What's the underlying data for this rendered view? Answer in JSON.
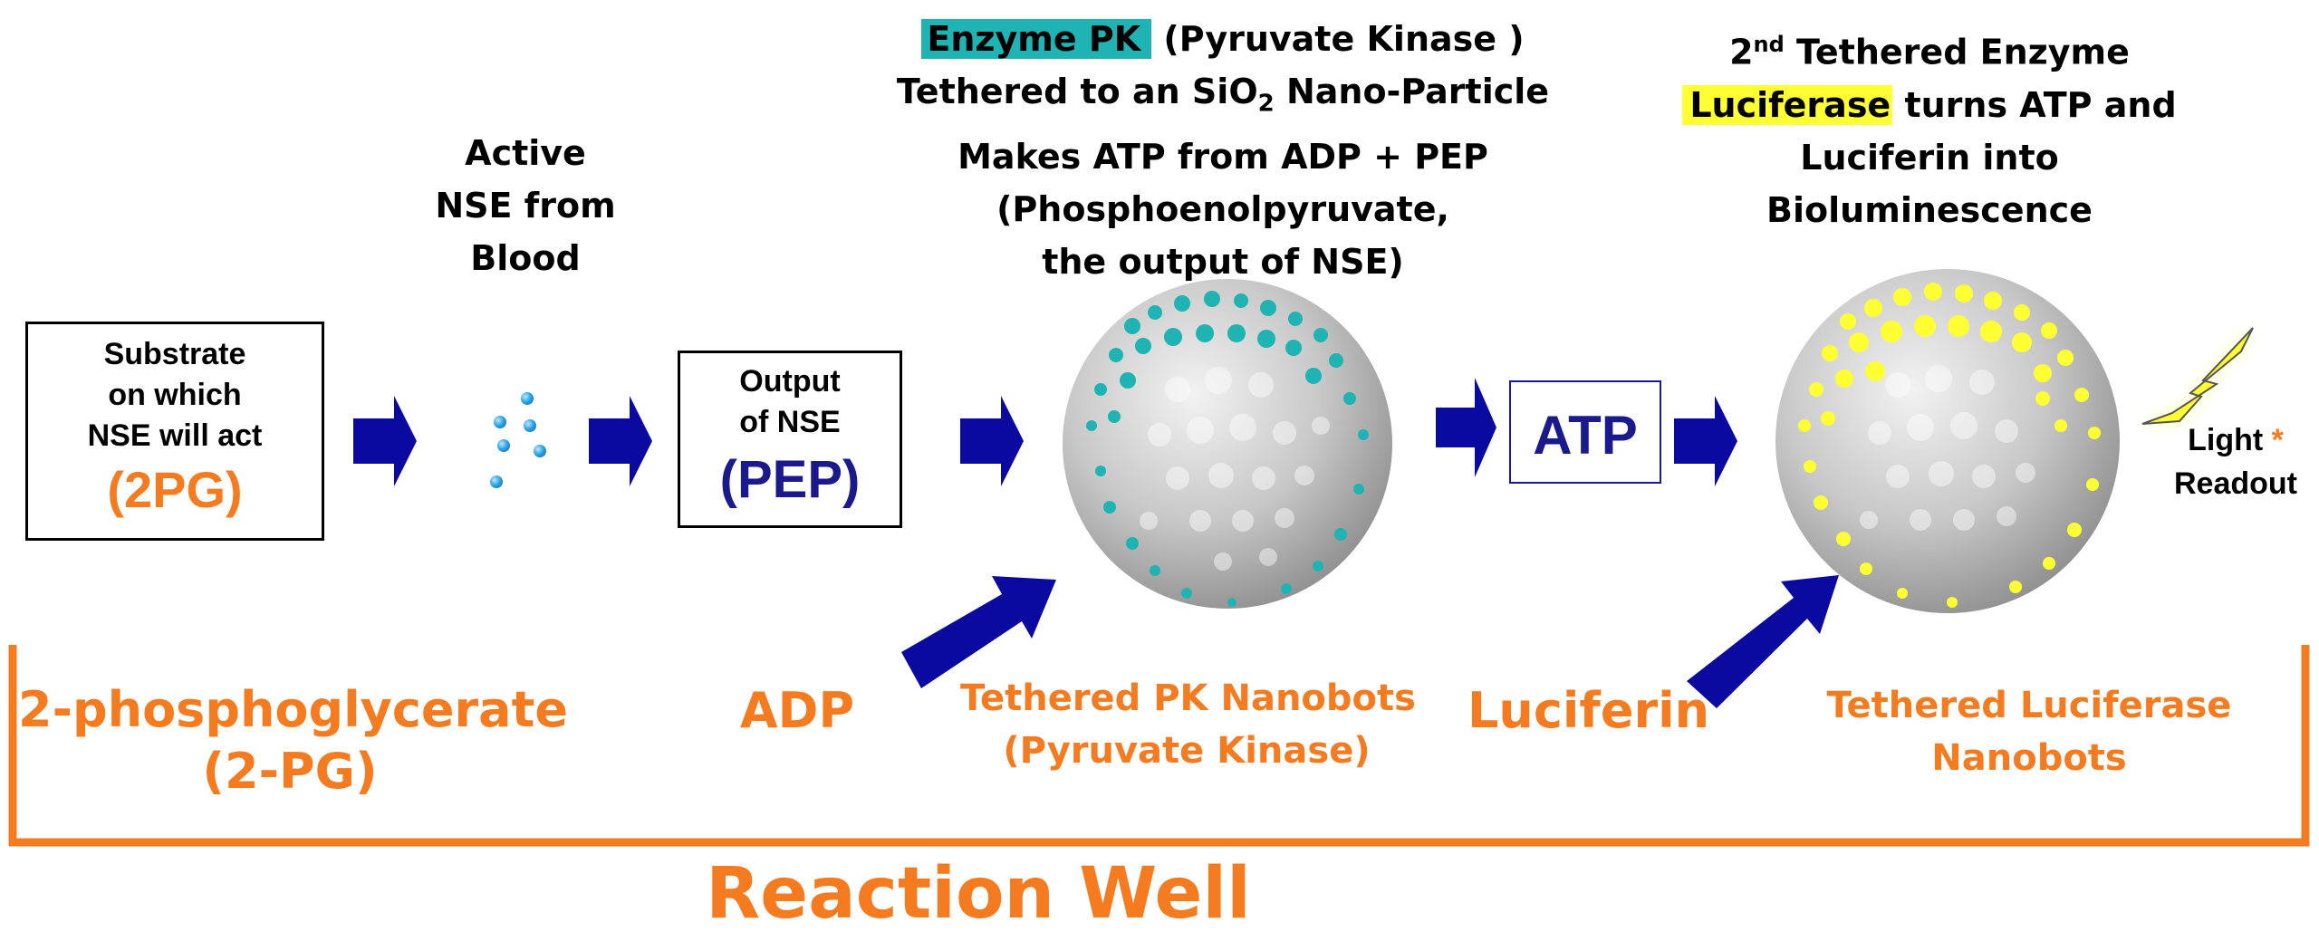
{
  "active_nse": [
    "Active",
    "NSE from",
    "Blood"
  ],
  "pk_caption": {
    "enzyme_hl": "Enzyme PK",
    "enzyme_rest": " (Pyruvate Kinase )",
    "line2_pre": "Tethered to an SiO",
    "line2_sub": "2",
    "line2_post": " Nano-Particle",
    "line3": "Makes ATP from ADP + PEP",
    "line4": "(Phosphoenolpyruvate,",
    "line5": "the output of NSE)"
  },
  "luc_caption": {
    "line1_num": "2",
    "line1_sup": "nd",
    "line1_rest": " Tethered Enzyme",
    "line2_hl": "Luciferase",
    "line2_rest": " turns  ATP and",
    "line3": "Luciferin  into",
    "line4": "Bioluminescence"
  },
  "substrate_box": {
    "lines": [
      "Substrate",
      "on which",
      "NSE will act"
    ],
    "value": "(2PG)"
  },
  "output_box": {
    "lines": [
      "Output",
      "of NSE"
    ],
    "value": "(PEP)"
  },
  "atp_box": {
    "value": "ATP"
  },
  "light": {
    "label": "Light",
    "star": "*",
    "line2": "Readout"
  },
  "bottom": {
    "pg_line1": "2-phosphoglycerate",
    "pg_line2": "(2-PG)",
    "adp": "ADP",
    "pk_line1": "Tethered PK Nanobots",
    "pk_line2": "(Pyruvate Kinase)",
    "luciferin": "Luciferin",
    "luc_line1": "Tethered Luciferase",
    "luc_line2": "Nanobots",
    "well": "Reaction Well"
  },
  "colors": {
    "orange": "#f47b20",
    "navy": "#1a1a8c",
    "arrow": "#0a0aa0",
    "teal": "#1fb3b3",
    "yellow": "#ffff33",
    "dots": "#29a6e8"
  }
}
